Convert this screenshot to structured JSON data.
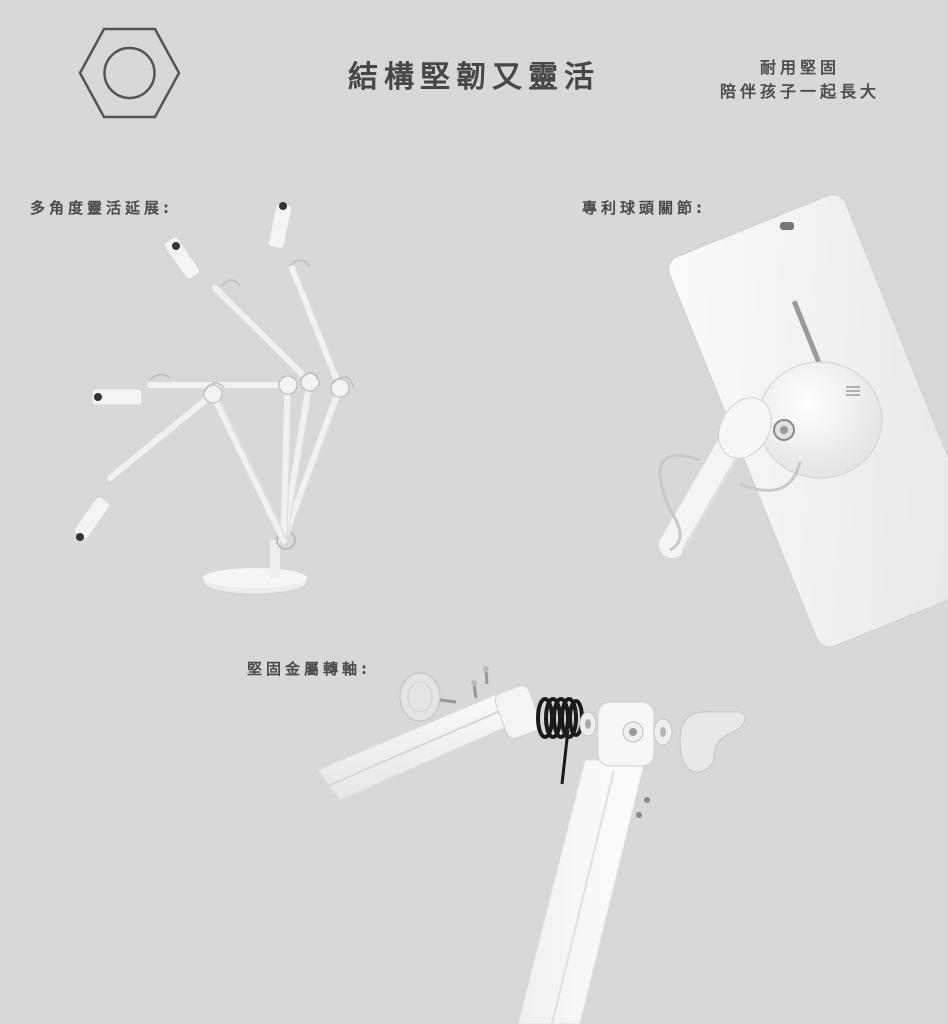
{
  "header": {
    "logo_icon": "hexagon-circle-icon",
    "title": "結構堅韌又靈活",
    "subtitle_line1": "耐用堅固",
    "subtitle_line2": "陪伴孩子一起長大"
  },
  "sections": {
    "angles": {
      "label": "多角度靈活延展:",
      "image": "lamp-arm-multi-angle-illustration"
    },
    "ball_joint": {
      "label": "專利球頭關節:",
      "image": "ball-joint-closeup-illustration"
    },
    "hinge": {
      "label": "堅固金屬轉軸:",
      "image": "metal-hinge-exploded-illustration"
    }
  },
  "colors": {
    "background": "#d8d8d8",
    "text": "#4a4a4a",
    "lamp_white": "#f2f2f2",
    "spring": "#1a1a1a"
  }
}
